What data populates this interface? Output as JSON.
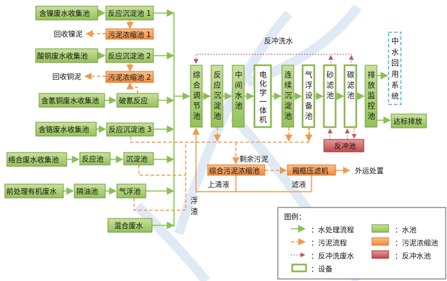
{
  "sources": [
    {
      "collector": "含镍废水收集池",
      "step": "反应沉淀池 1",
      "sludge": "污泥浓缩池 1",
      "recover": "回收镍泥"
    },
    {
      "collector": "酸铜废水收集池",
      "step": "反应沉淀池 2",
      "sludge": "污泥浓缩池 2",
      "recover": "回收铜泥"
    },
    {
      "collector": "含氰铜废水收集池",
      "step": "破氰反应"
    },
    {
      "collector": "含铬废水收集池",
      "step": "反应沉淀池 3"
    },
    {
      "collector": "络合废水收集池",
      "step": "反应池",
      "step2": "沉淀池"
    },
    {
      "collector": "前处理有机废水",
      "step": "隔油池",
      "step2": "气浮池"
    },
    {
      "collector": "混合废水"
    }
  ],
  "main": [
    "综合调节池",
    "反应沉淀池",
    "中间水池",
    "电化学一体机",
    "连续沉淀池",
    "气浮设备池",
    "砂滤池",
    "碳滤池",
    "排放监控池"
  ],
  "reuse": "中水回用系统",
  "discharge": "达标排放",
  "backwash_tank": "反冲池",
  "backwash_label": "反冲洗水",
  "sludge": {
    "thickener": "综合污泥浓缩池",
    "press": "厢框压滤机",
    "outside": "外运处置",
    "excess": "剩余污泥",
    "supernatant": "上清液",
    "filtrate": "滤液",
    "scum": "浮渣"
  },
  "legend": {
    "title": "图例：",
    "items": [
      {
        "label": "：水处理流程",
        "color": "#8bbf50"
      },
      {
        "label": "：污泥流程",
        "color": "#f19a4e"
      },
      {
        "label": "：反冲洗废水",
        "color": "#c0555a"
      },
      {
        "label": "：设备"
      },
      {
        "label": "：水池",
        "color": "#8bbf50"
      },
      {
        "label": "：污泥浓缩池",
        "color": "#f39a50"
      },
      {
        "label": "：反冲水池",
        "color": "#c0555a"
      }
    ]
  }
}
